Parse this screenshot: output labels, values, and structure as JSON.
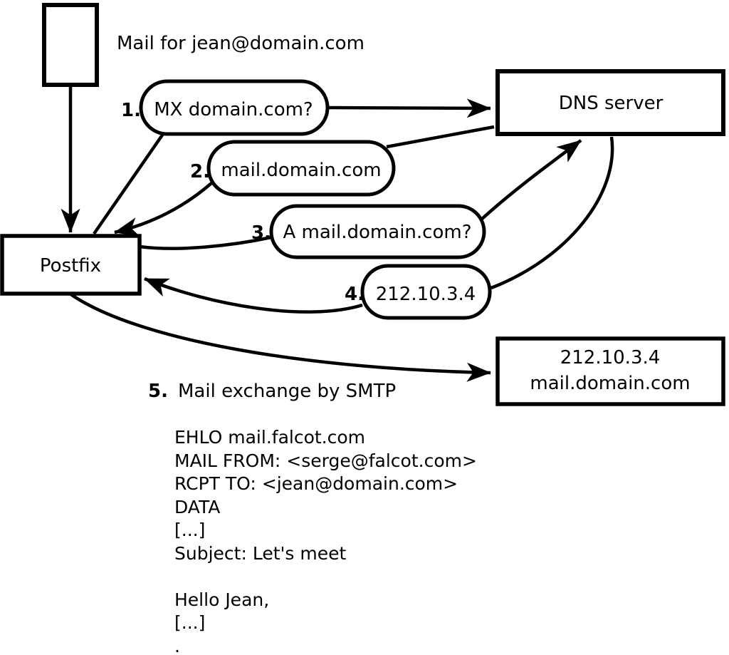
{
  "colors": {
    "ink": "#000000",
    "background": "#ffffff"
  },
  "header": {
    "mail_label": "Mail for jean@domain.com"
  },
  "nodes": {
    "sender_message": "",
    "postfix": "Postfix",
    "dns_server": "DNS server",
    "mail_server_line1": "212.10.3.4",
    "mail_server_line2": "mail.domain.com"
  },
  "steps": [
    {
      "num": "1.",
      "label": "MX domain.com?"
    },
    {
      "num": "2.",
      "label": "mail.domain.com"
    },
    {
      "num": "3.",
      "label": "A mail.domain.com?"
    },
    {
      "num": "4.",
      "label": "212.10.3.4"
    },
    {
      "num": "5.",
      "label": "Mail exchange by SMTP"
    }
  ],
  "smtp_session": {
    "lines": [
      "EHLO mail.falcot.com",
      "MAIL FROM: <serge@falcot.com>",
      "RCPT TO: <jean@domain.com>",
      "DATA",
      "[...]",
      "Subject: Let's meet",
      "",
      "Hello Jean,",
      "[...]",
      "."
    ]
  }
}
